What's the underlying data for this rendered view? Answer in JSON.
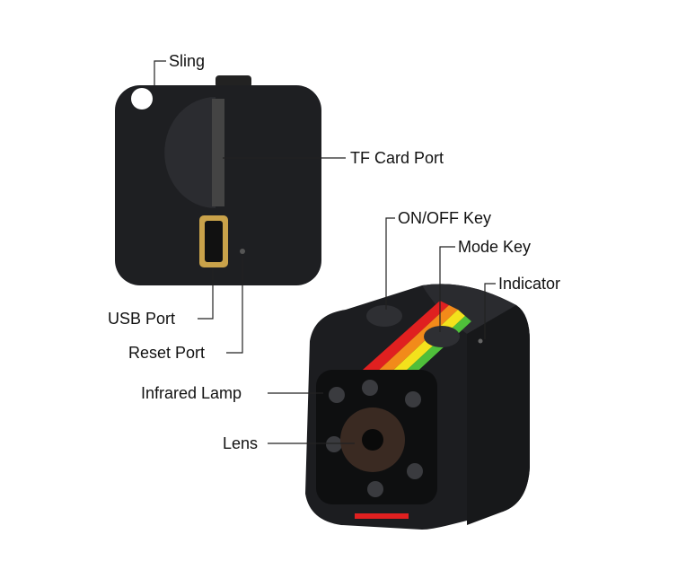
{
  "labels": {
    "sling": "Sling",
    "tf_card_port": "TF Card Port",
    "on_off_key": "ON/OFF Key",
    "mode_key": "Mode Key",
    "indicator": "Indicator",
    "usb_port": "USB Port",
    "reset_port": "Reset Port",
    "infrared_lamp": "Infrared Lamp",
    "lens": "Lens"
  },
  "colors": {
    "body": "#1c1d20",
    "stripe": [
      "#e02020",
      "#f28a1a",
      "#f3e21c",
      "#4fbf3a"
    ],
    "usb_gold": "#c9a24a"
  }
}
